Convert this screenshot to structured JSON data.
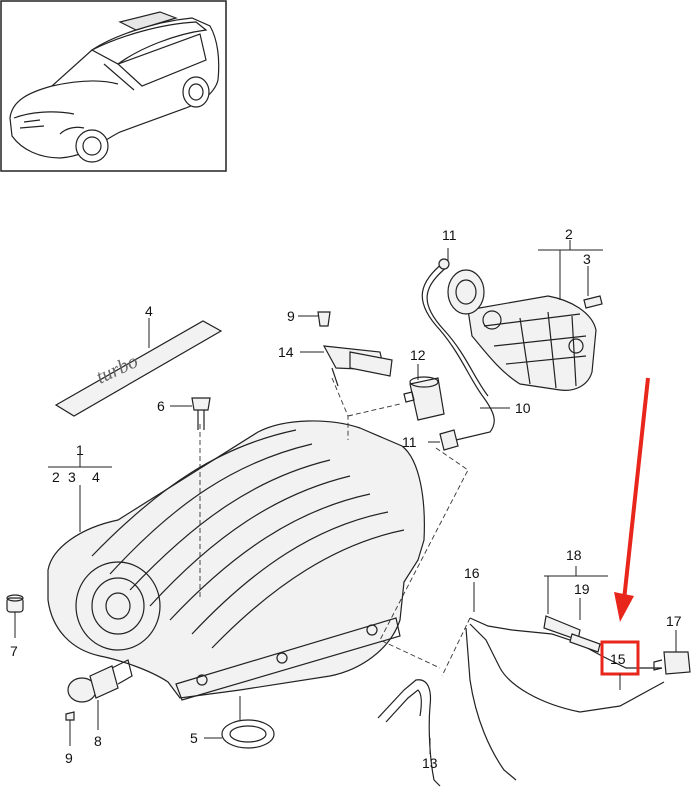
{
  "callouts": {
    "c1": "1",
    "c1a": "2",
    "c1b": "3",
    "c1c": "4",
    "c2": "2",
    "c3": "3",
    "c4": "4",
    "c5": "5",
    "c6": "6",
    "c7": "7",
    "c8": "8",
    "c9a": "9",
    "c9b": "9",
    "c10": "10",
    "c11a": "11",
    "c11b": "11",
    "c12": "12",
    "c13": "13",
    "c14": "14",
    "c15": "15",
    "c16": "16",
    "c17": "17",
    "c18": "18",
    "c19": "19"
  },
  "cover_logo_text": "turbo",
  "highlight": {
    "part": "15",
    "color": "#e8261c"
  }
}
